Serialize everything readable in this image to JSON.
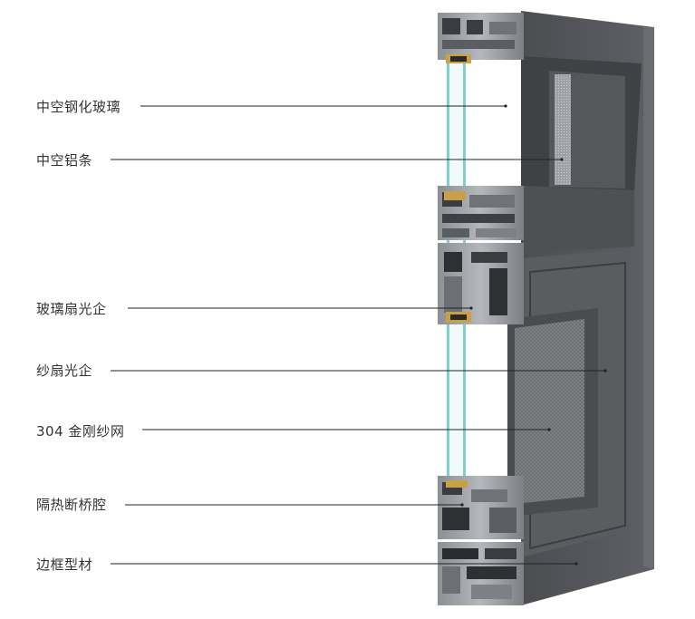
{
  "labels": [
    {
      "id": "hollow-tempered-glass",
      "text": "中空钢化玻璃"
    },
    {
      "id": "hollow-aluminum-spacer",
      "text": "中空铝条"
    },
    {
      "id": "glass-sash-profile",
      "text": "玻璃扇光企"
    },
    {
      "id": "screen-sash-profile",
      "text": "纱扇光企"
    },
    {
      "id": "diamond-mesh-304",
      "text": "304 金刚纱网"
    },
    {
      "id": "thermal-break-cavity",
      "text": "隔热断桥腔"
    },
    {
      "id": "frame-profile",
      "text": "边框型材"
    }
  ],
  "colors": {
    "aluminum-dark": "#4a4c50",
    "aluminum-face": "#5a5c60",
    "aluminum-light": "#9a9da2",
    "glass": "#7fd0c8",
    "leader": "#222222"
  }
}
